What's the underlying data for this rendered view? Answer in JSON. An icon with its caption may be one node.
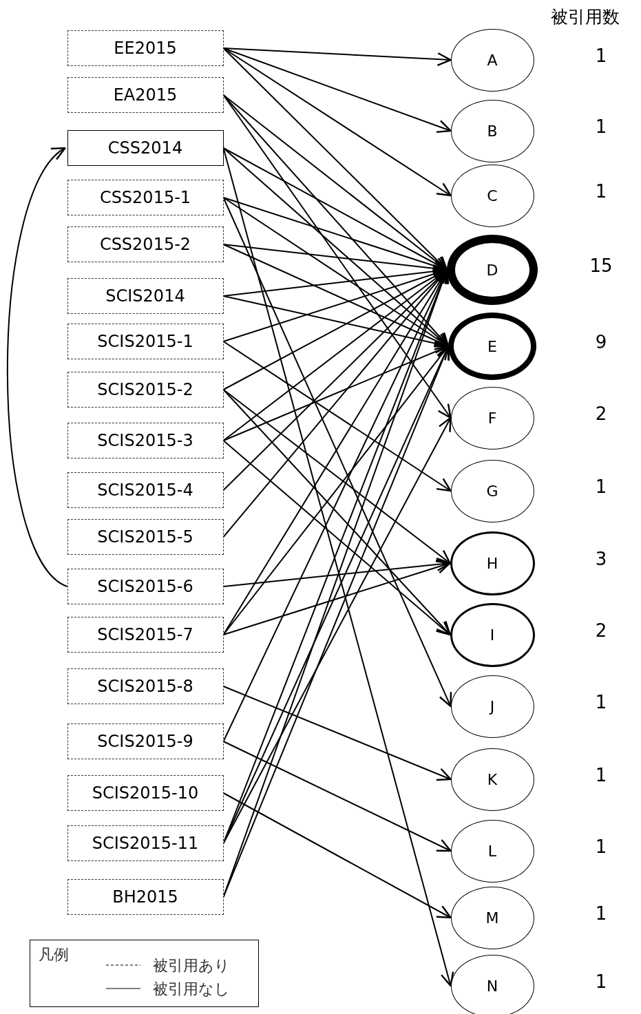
{
  "diagram": {
    "nodes": [
      {
        "text": [
          "EE2015"
        ]
      },
      {
        "text": [
          "EA2015"
        ]
      },
      {
        "text": [
          "CSS2014"
        ]
      },
      {
        "text": [
          "CSS2015-1"
        ]
      },
      {
        "text": [
          "CSS2015-2"
        ]
      },
      {
        "text": [
          "SCIS2014"
        ]
      },
      {
        "text": [
          "SCIS2015-1"
        ]
      },
      {
        "text": [
          "SCIS2015-2"
        ]
      },
      {
        "text": [
          "SCIS2015-3"
        ]
      },
      {
        "text": [
          "SCIS2015-4"
        ]
      },
      {
        "text": [
          "SCIS2015-5"
        ]
      },
      {
        "text": [
          "SCIS2015-6"
        ]
      },
      {
        "text": [
          "SCIS2015-7"
        ]
      },
      {
        "text": [
          "SCIS2015-8"
        ]
      },
      {
        "text": [
          "SCIS2015-9"
        ]
      },
      {
        "text": [
          "SCIS2015-10"
        ]
      },
      {
        "text": [
          "SCIS2015-11"
        ]
      },
      {
        "text": [
          "BH2015"
        ]
      },
      {
        "text": [
          "A"
        ],
        "beside": [
          "1"
        ]
      },
      {
        "text": [
          "B"
        ],
        "beside": [
          "1"
        ]
      },
      {
        "text": [
          "C"
        ],
        "beside": [
          "1"
        ]
      },
      {
        "text": [
          "D"
        ],
        "beside": [
          "15"
        ]
      },
      {
        "text": [
          "E"
        ],
        "beside": [
          "9"
        ]
      },
      {
        "text": [
          "F"
        ],
        "beside": [
          "2"
        ]
      },
      {
        "text": [
          "G"
        ],
        "beside": [
          "1"
        ]
      },
      {
        "text": [
          "H"
        ],
        "beside": [
          "3"
        ]
      },
      {
        "text": [
          "I"
        ],
        "beside": [
          "2"
        ]
      },
      {
        "text": [
          "J"
        ],
        "beside": [
          "1"
        ]
      },
      {
        "text": [
          "K"
        ],
        "beside": [
          "1"
        ]
      },
      {
        "text": [
          "L"
        ],
        "beside": [
          "1"
        ]
      },
      {
        "text": [
          "M"
        ],
        "beside": [
          "1"
        ]
      },
      {
        "text": [
          "N"
        ],
        "beside": [
          "1"
        ]
      }
    ],
    "edges": [
      {
        "from": 0,
        "to": 18,
        "arrow": "to"
      },
      {
        "from": 0,
        "to": 19,
        "arrow": "to"
      },
      {
        "from": 0,
        "to": 20,
        "arrow": "to"
      },
      {
        "from": 0,
        "to": 21,
        "arrow": "to"
      },
      {
        "from": 1,
        "to": 21,
        "arrow": "to"
      },
      {
        "from": 1,
        "to": 22,
        "arrow": "to"
      },
      {
        "from": 1,
        "to": 23,
        "arrow": "to"
      },
      {
        "from": 2,
        "to": 21,
        "arrow": "to"
      },
      {
        "from": 2,
        "to": 22,
        "arrow": "to"
      },
      {
        "from": 2,
        "to": 31,
        "arrow": "to"
      },
      {
        "from": 3,
        "to": 21,
        "arrow": "to"
      },
      {
        "from": 3,
        "to": 22,
        "arrow": "to"
      },
      {
        "from": 3,
        "to": 27,
        "arrow": "to"
      },
      {
        "from": 4,
        "to": 21,
        "arrow": "to"
      },
      {
        "from": 4,
        "to": 22,
        "arrow": "to"
      },
      {
        "from": 5,
        "to": 21,
        "arrow": "to"
      },
      {
        "from": 5,
        "to": 22,
        "arrow": "to"
      },
      {
        "from": 6,
        "to": 21,
        "arrow": "to"
      },
      {
        "from": 6,
        "to": 24,
        "arrow": "to"
      },
      {
        "from": 7,
        "to": 21,
        "arrow": "to"
      },
      {
        "from": 7,
        "to": 25,
        "arrow": "to"
      },
      {
        "from": 7,
        "to": 26,
        "arrow": "to"
      },
      {
        "from": 8,
        "to": 21,
        "arrow": "to"
      },
      {
        "from": 8,
        "to": 22,
        "arrow": "to"
      },
      {
        "from": 8,
        "to": 26,
        "arrow": "to"
      },
      {
        "from": 9,
        "to": 21,
        "arrow": "to"
      },
      {
        "from": 10,
        "to": 21,
        "arrow": "to"
      },
      {
        "from": 11,
        "to": 25,
        "arrow": "to"
      },
      {
        "from": 11,
        "to": 2,
        "arrow": "to"
      },
      {
        "from": 12,
        "to": 21,
        "arrow": "to"
      },
      {
        "from": 12,
        "to": 22,
        "arrow": "to"
      },
      {
        "from": 12,
        "to": 25,
        "arrow": "to"
      },
      {
        "from": 13,
        "to": 28,
        "arrow": "to"
      },
      {
        "from": 14,
        "to": 21,
        "arrow": "to"
      },
      {
        "from": 14,
        "to": 29,
        "arrow": "to"
      },
      {
        "from": 15,
        "to": 30,
        "arrow": "to"
      },
      {
        "from": 16,
        "to": 21,
        "arrow": "to"
      },
      {
        "from": 16,
        "to": 22,
        "arrow": "to"
      },
      {
        "from": 16,
        "to": 23,
        "arrow": "to"
      },
      {
        "from": 17,
        "to": 21,
        "arrow": "to"
      },
      {
        "from": 17,
        "to": 22,
        "arrow": "to"
      }
    ],
    "labels": [
      "被引用数",
      "凡例"
    ],
    "legend": [
      {
        "text": "被引用あり"
      },
      {
        "text": "被引用なし"
      }
    ]
  }
}
